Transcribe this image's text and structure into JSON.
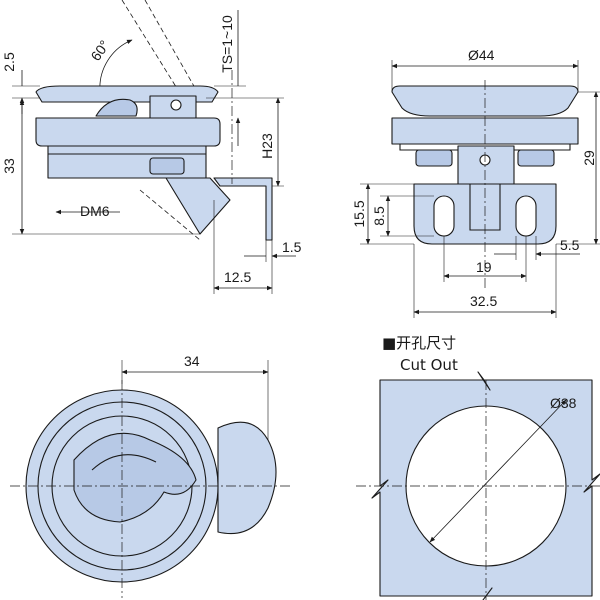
{
  "side_view": {
    "dims": {
      "gap_top": "2.5",
      "angle": "60°",
      "stroke": "TS=1~10",
      "overall_height": "33",
      "hook_height": "H23",
      "thread": "DM6",
      "plate_thickness": "1.5",
      "hook_offset": "12.5"
    }
  },
  "front_view": {
    "dims": {
      "flange_dia": "Ø44",
      "body_height": "29",
      "bracket_height": "15.5",
      "slot_height": "8.5",
      "slot_spacing": "19",
      "slot_width": "5.5",
      "bracket_width": "32.5"
    }
  },
  "top_view": {
    "dims": {
      "width": "34"
    }
  },
  "cutout": {
    "title_cn": "■开孔尺寸",
    "title_en": "Cut Out",
    "hole_dia": "Ø38"
  },
  "colors": {
    "part_fill": "#c9d8ee",
    "part_fill_dark": "#b7c9e6",
    "line": "#1a1a1a"
  }
}
